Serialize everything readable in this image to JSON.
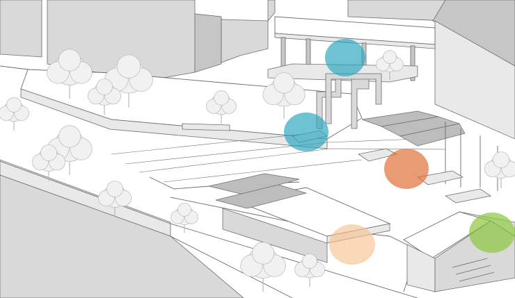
{
  "palette": {
    "background": "#ffffff",
    "building": "#d9d9d9",
    "building_dark": "#c6c6c6",
    "building_light": "#e9e9e9",
    "outline": "#6a6a6a",
    "tree": "#f1f1f1",
    "tree_outline": "#b9b9b9",
    "canopy": "#bdbdbd"
  },
  "markers": [
    {
      "id": "marker-teal-upper",
      "color": "#2aa6be",
      "opacity": 0.68
    },
    {
      "id": "marker-teal-lower",
      "color": "#2aa6be",
      "opacity": 0.68
    },
    {
      "id": "marker-orange",
      "color": "#e0743e",
      "opacity": 0.72
    },
    {
      "id": "marker-peach",
      "color": "#f6c08a",
      "opacity": 0.62
    },
    {
      "id": "marker-green",
      "color": "#8cc63f",
      "opacity": 0.7
    }
  ]
}
